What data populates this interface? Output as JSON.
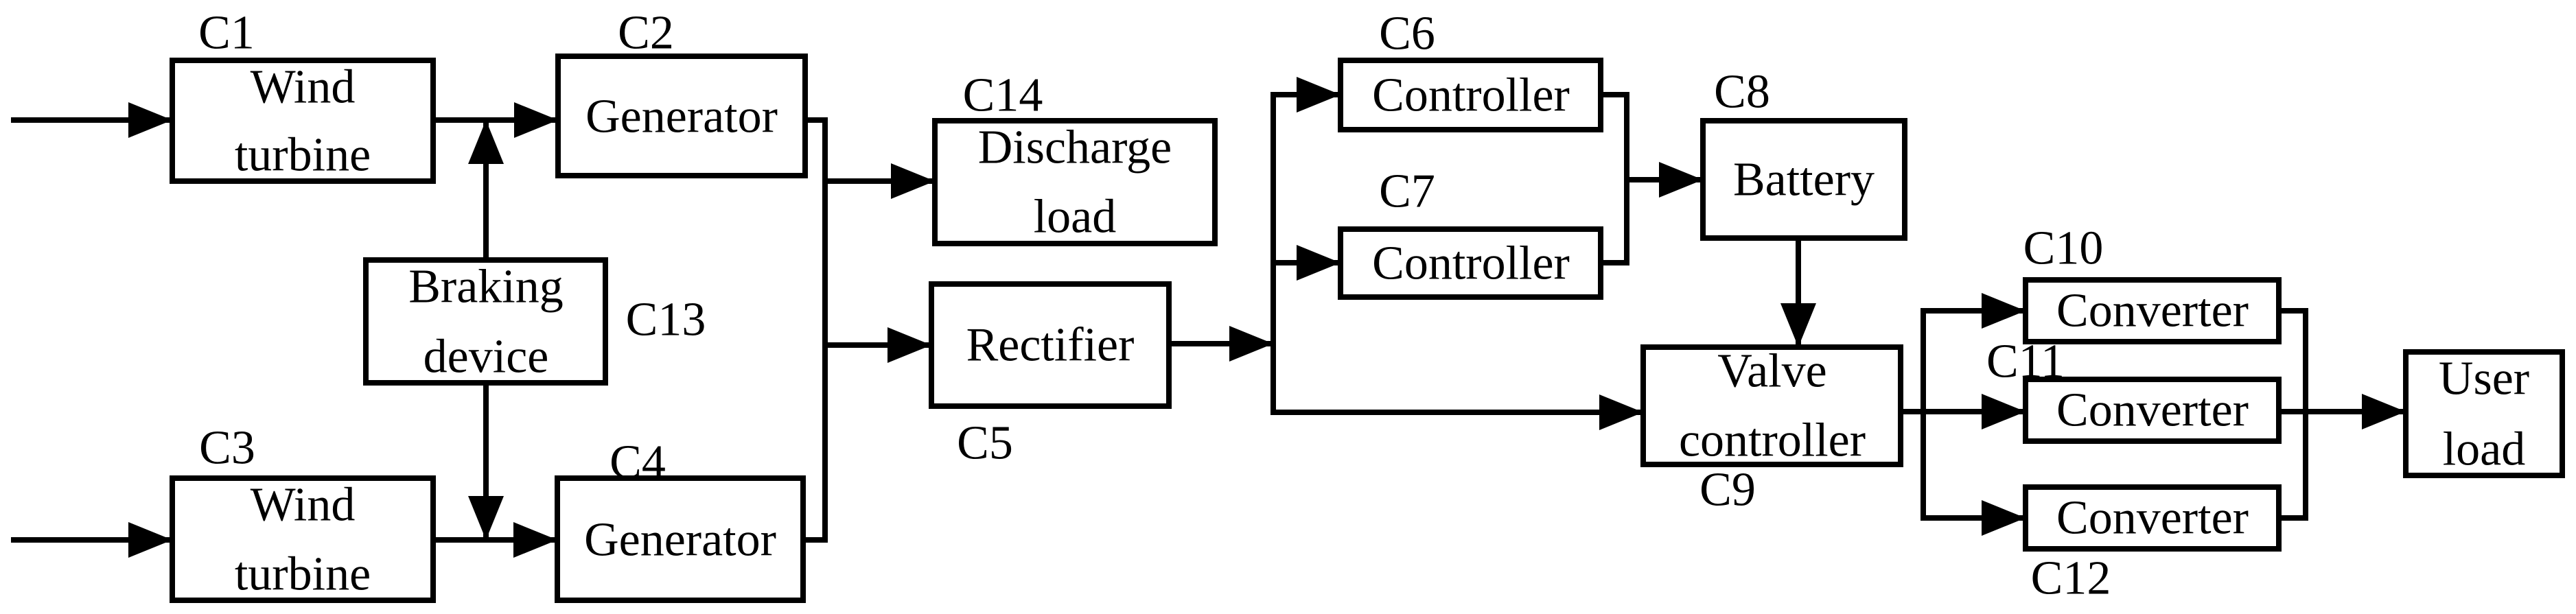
{
  "diagram": {
    "description": "Wind power generation system block diagram",
    "colors": {
      "stroke": "#000000",
      "box_fill": "#ffffff",
      "background": "#ffffff"
    },
    "nodes": {
      "c1": {
        "code": "C1",
        "line1": "Wind",
        "line2": "turbine"
      },
      "c2": {
        "code": "C2",
        "label": "Generator"
      },
      "c3": {
        "code": "C3",
        "line1": "Wind",
        "line2": "turbine"
      },
      "c4": {
        "code": "C4",
        "label": "Generator"
      },
      "c5": {
        "code": "C5",
        "label": "Rectifier"
      },
      "c6": {
        "code": "C6",
        "label": "Controller"
      },
      "c7": {
        "code": "C7",
        "label": "Controller"
      },
      "c8": {
        "code": "C8",
        "label": "Battery"
      },
      "c9": {
        "code": "C9",
        "line1": "Valve",
        "line2": "controller"
      },
      "c10": {
        "code": "C10",
        "label": "Converter"
      },
      "c11": {
        "code": "C11",
        "label": "Converter"
      },
      "c12": {
        "code": "C12",
        "label": "Converter"
      },
      "c13": {
        "code": "C13",
        "line1": "Braking",
        "line2": "device"
      },
      "c14": {
        "code": "C14",
        "line1": "Discharge",
        "line2": "load"
      },
      "user_load": {
        "line1": "User",
        "line2": "load"
      }
    },
    "edges": [
      {
        "from": "wind-input-top",
        "to": "C1",
        "arrow": true
      },
      {
        "from": "C1",
        "to": "C2",
        "arrow": true
      },
      {
        "from": "C13",
        "to": "C1-C2-link",
        "arrow": true
      },
      {
        "from": "C13",
        "to": "C3-C4-link",
        "arrow": true
      },
      {
        "from": "wind-input-bottom",
        "to": "C3",
        "arrow": true
      },
      {
        "from": "C3",
        "to": "C4",
        "arrow": true
      },
      {
        "from": "C2",
        "to": "generator-bus",
        "arrow": false
      },
      {
        "from": "C4",
        "to": "generator-bus",
        "arrow": false
      },
      {
        "from": "generator-bus",
        "to": "C14",
        "arrow": true
      },
      {
        "from": "generator-bus",
        "to": "C5",
        "arrow": true
      },
      {
        "from": "C5",
        "to": "control-bus",
        "arrow": true
      },
      {
        "from": "control-bus",
        "to": "C6",
        "arrow": true
      },
      {
        "from": "control-bus",
        "to": "C7",
        "arrow": true
      },
      {
        "from": "control-bus",
        "to": "C9",
        "arrow": true
      },
      {
        "from": "C6",
        "to": "C8",
        "arrow": true
      },
      {
        "from": "C7",
        "to": "C8",
        "arrow": true
      },
      {
        "from": "C8",
        "to": "C9",
        "arrow": true
      },
      {
        "from": "C9",
        "to": "C10",
        "arrow": true
      },
      {
        "from": "C9",
        "to": "C11",
        "arrow": true
      },
      {
        "from": "C9",
        "to": "C12",
        "arrow": true
      },
      {
        "from": "C10",
        "to": "user-load-bus",
        "arrow": false
      },
      {
        "from": "C11",
        "to": "user-load",
        "arrow": true
      },
      {
        "from": "C12",
        "to": "user-load-bus",
        "arrow": false
      }
    ]
  }
}
